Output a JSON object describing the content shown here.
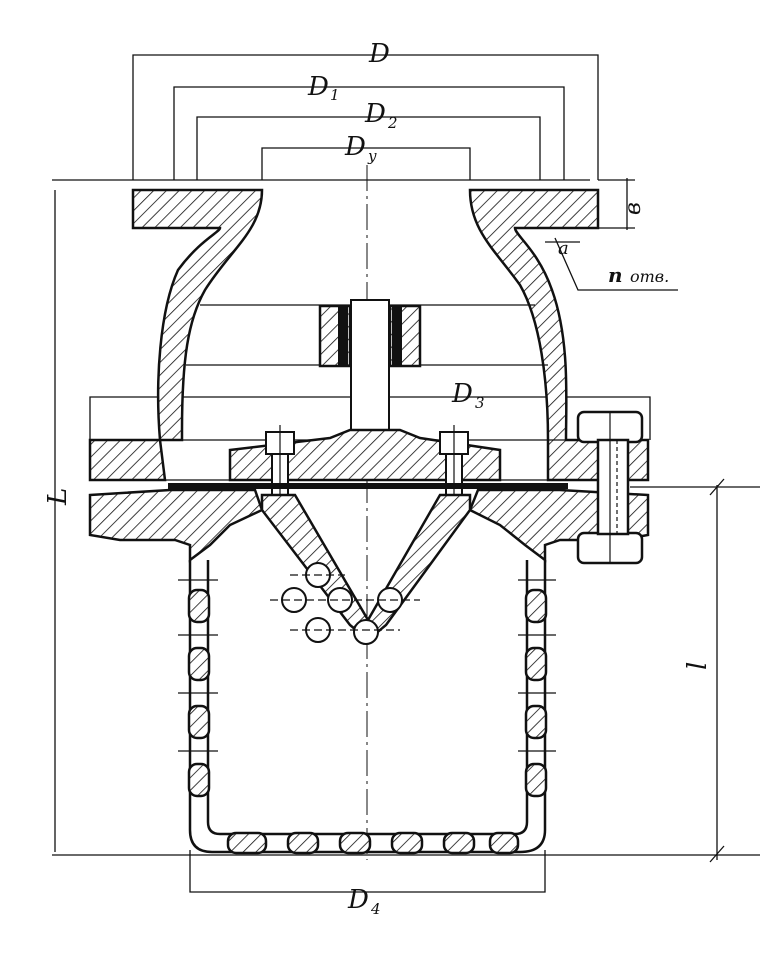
{
  "labels": {
    "D": "D",
    "D1": "D",
    "D1_sub": "1",
    "D2": "D",
    "D2_sub": "2",
    "Dy": "D",
    "Dy_sub": "у",
    "D3": "D",
    "D3_sub": "3",
    "D4": "D",
    "D4_sub": "4",
    "b": "в",
    "a": "a",
    "n_holes": "n",
    "n_holes_suffix": "отв.",
    "L": "L",
    "l": "l"
  }
}
